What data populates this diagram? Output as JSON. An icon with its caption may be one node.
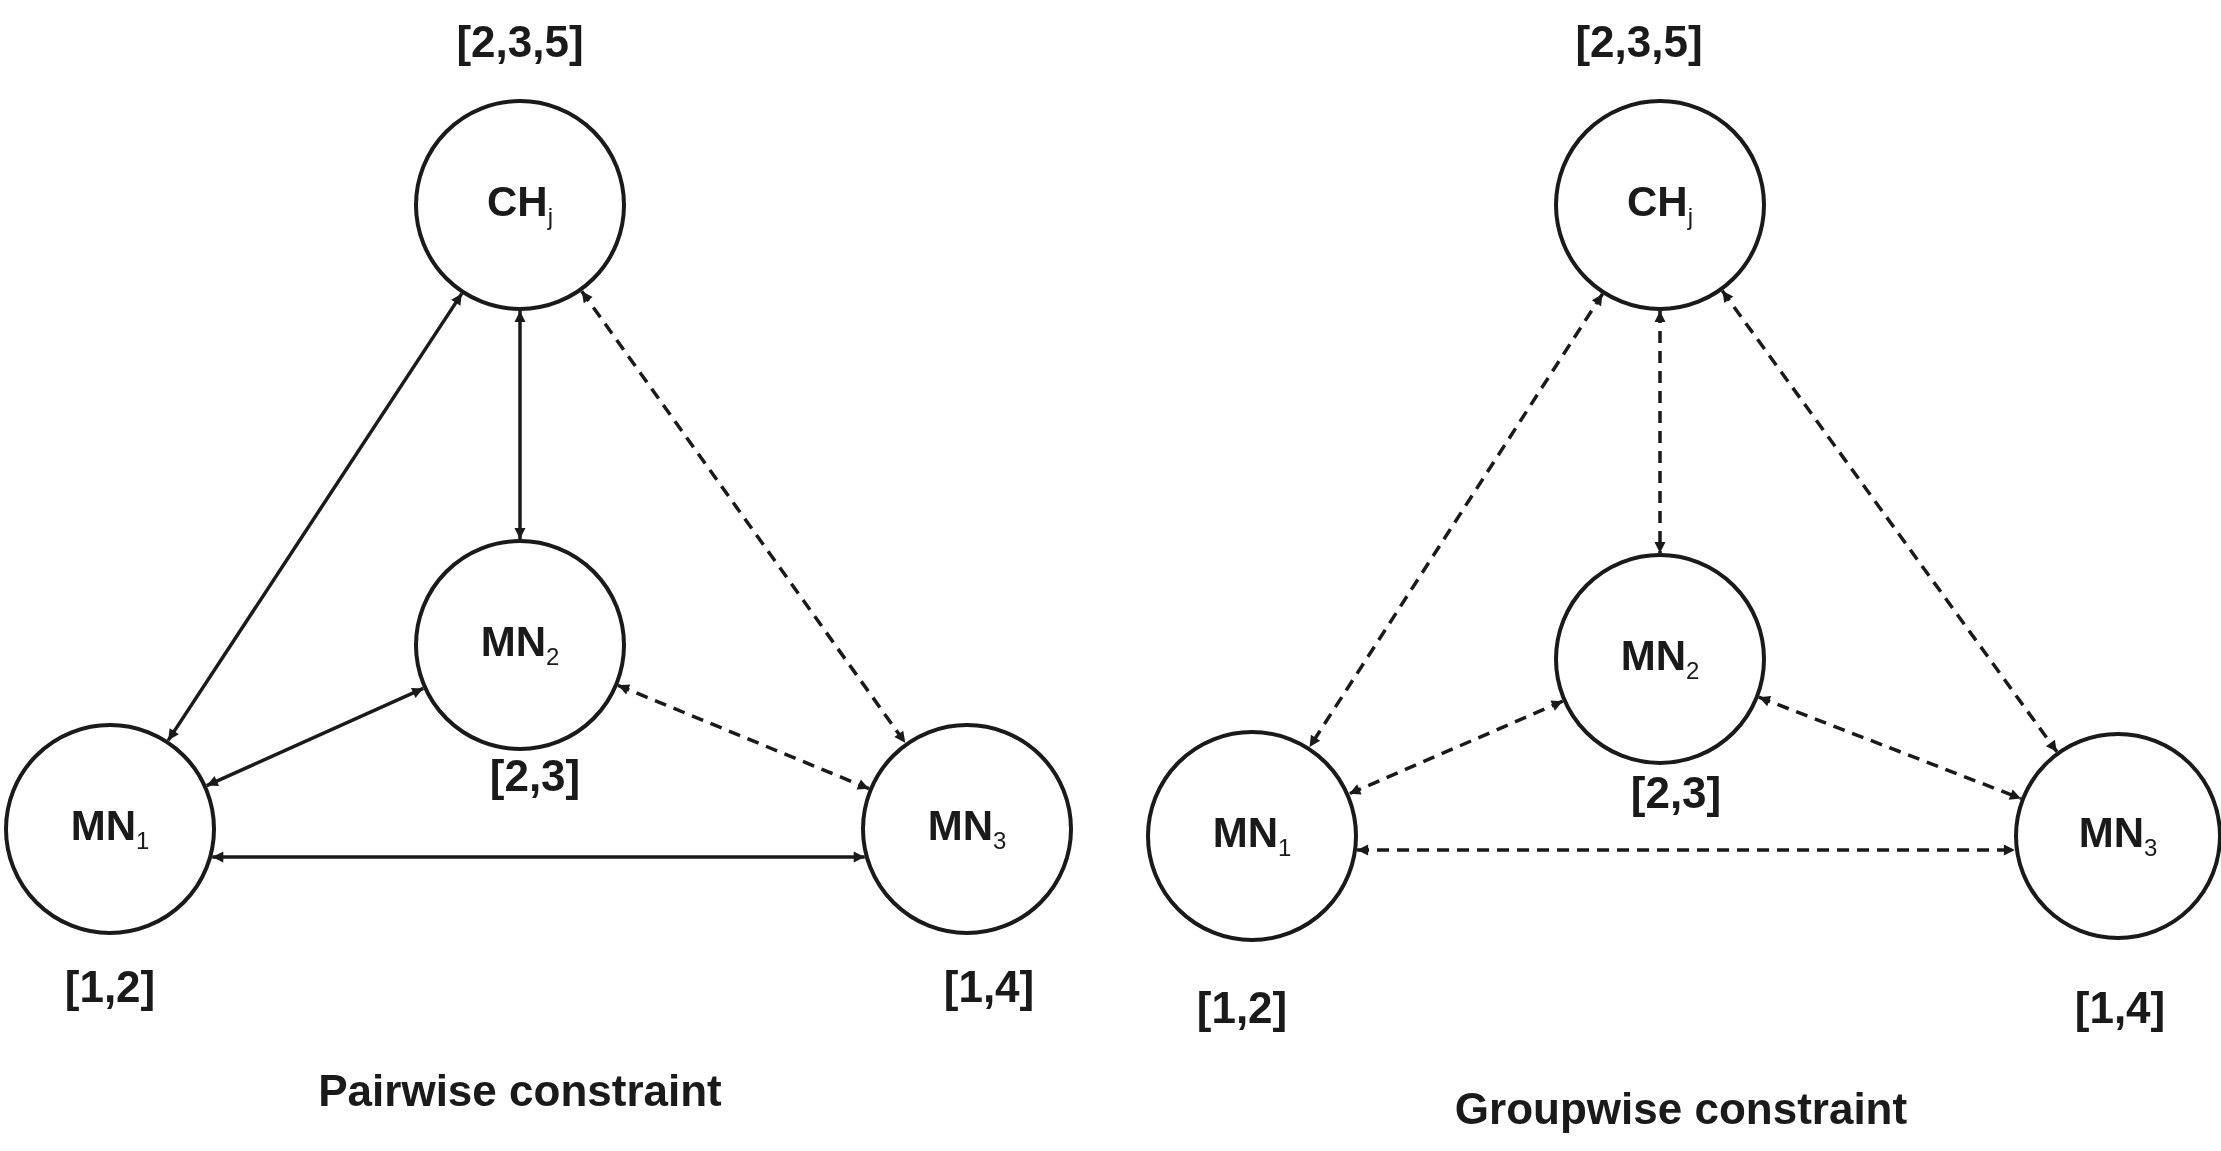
{
  "diagram": {
    "nodes": [
      {
        "text": [
          "CH$_{j}$"
        ],
        "beside": [
          "[2,3,5]"
        ]
      },
      {
        "text": [
          "MN$_{2}$"
        ],
        "beside": [
          "[2,3]"
        ]
      },
      {
        "text": [
          "MN$_{1}$"
        ],
        "beside": [
          "[1,2]"
        ]
      },
      {
        "text": [
          "MN$_{3}$"
        ],
        "beside": [
          "[1,4]"
        ]
      },
      {
        "text": [
          "CH$_{j}$"
        ],
        "beside": [
          "[2,3,5]"
        ]
      },
      {
        "text": [
          "MN$_{2}$"
        ],
        "beside": [
          "[2,3]"
        ]
      },
      {
        "text": [
          "MN$_{1}$"
        ],
        "beside": [
          "[1,2]"
        ]
      },
      {
        "text": [
          "MN$_{3}$"
        ],
        "beside": [
          "[1,4]"
        ]
      }
    ],
    "edges": [
      {
        "from": 0,
        "to": 2,
        "arrow": "both"
      },
      {
        "from": 0,
        "to": 1,
        "arrow": "both"
      },
      {
        "from": 0,
        "to": 3,
        "arrow": "both",
        "style": "dashed"
      },
      {
        "from": 1,
        "to": 2,
        "arrow": "both"
      },
      {
        "from": 1,
        "to": 3,
        "arrow": "both",
        "style": "dashed"
      },
      {
        "from": 2,
        "to": 3,
        "arrow": "both"
      },
      {
        "from": 4,
        "to": 6,
        "arrow": "both",
        "style": "dashed"
      },
      {
        "from": 4,
        "to": 5,
        "arrow": "both",
        "style": "dashed"
      },
      {
        "from": 4,
        "to": 7,
        "arrow": "both",
        "style": "dashed"
      },
      {
        "from": 5,
        "to": 6,
        "arrow": "both",
        "style": "dashed"
      },
      {
        "from": 5,
        "to": 7,
        "arrow": "both",
        "style": "dashed"
      },
      {
        "from": 6,
        "to": 7,
        "arrow": "both",
        "style": "dashed"
      }
    ],
    "labels": [
      "Pairwise constraint",
      "Groupwise constraint"
    ]
  }
}
